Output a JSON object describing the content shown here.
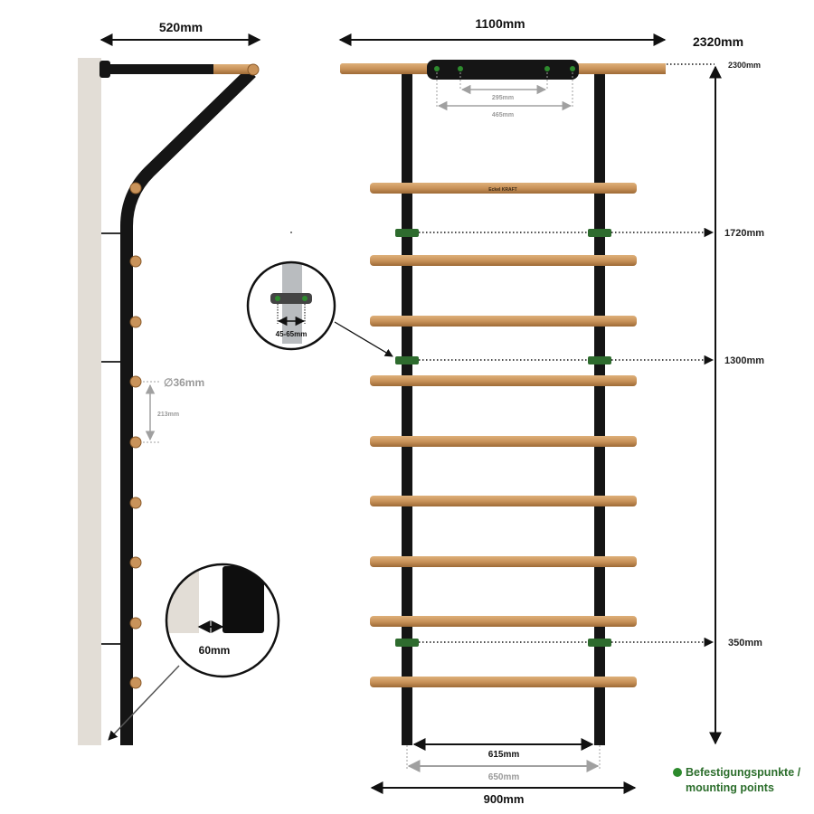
{
  "colors": {
    "wall": "#e2ddd6",
    "steel": "#151515",
    "wood": "#c9935a",
    "wood_dark": "#a8743d",
    "mount": "#2e8b2e",
    "dim_line": "#111111",
    "dim_grey": "#a0a0a0"
  },
  "side_view": {
    "depth_label": "520mm",
    "rung_diameter_label": "∅36mm",
    "rung_spacing_label": "213mm",
    "wall_gap_label": "60mm"
  },
  "front_view": {
    "brand_label": "Eckel KRAFT",
    "top_bar_width_label": "1100mm",
    "total_height_label": "2320mm",
    "top_bar_height_label": "2300mm",
    "inner_mount_spacing_label": "295mm",
    "outer_mount_spacing_label": "465mm",
    "bracket_range_label": "45-65mm",
    "mount_upper_label": "1720mm",
    "mount_middle_label": "1300mm",
    "mount_lower_label": "350mm",
    "post_inner_label": "615mm",
    "post_outer_label": "650mm",
    "rung_width_label": "900mm"
  },
  "legend": {
    "line1": "Befestigungspunkte /",
    "line2": "mounting points"
  }
}
